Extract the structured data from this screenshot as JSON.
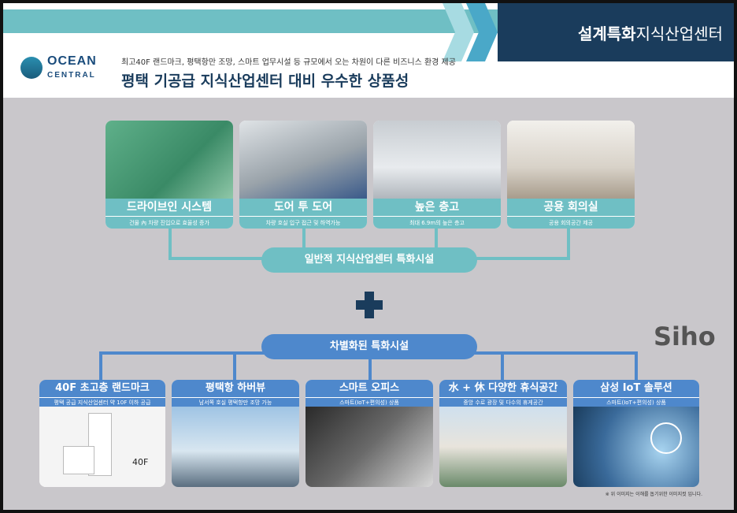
{
  "header": {
    "badge_bold": "설계특화",
    "badge_rest": " 지식산업센터",
    "logo_line1": "OCEAN",
    "logo_line2": "CENTRAL",
    "subcaption": "최고40F 랜드마크, 평택항만 조망, 스마트 업무시설 등 규모에서 오는 차원이 다른 비즈니스 환경 제공",
    "title": "평택 기공급 지식산업센터 대비 우수한 상품성"
  },
  "top_cards": [
    {
      "label": "드라이브인 시스템",
      "sub": "건물 內 차량 진입으로 효율성 증가"
    },
    {
      "label": "도어 투 도어",
      "sub": "차량 호실 입구 접근 및 하역가능"
    },
    {
      "label": "높은 층고",
      "sub": "최대 6.9m의 높은 층고"
    },
    {
      "label": "공용 회의실",
      "sub": "공용 회의공간 제공"
    }
  ],
  "top_pill": "일반적 지식산업센터 특화시설",
  "mid_pill": "차별화된 특화시설",
  "bottom_cards": [
    {
      "label": "40F 초고층 랜드마크",
      "sub": "평택 공급 지식산업센터 약 10F 이하 공급",
      "img_text": "40F"
    },
    {
      "label": "평택항 하버뷰",
      "sub": "남서쪽 호실 평택항만 조망 가능"
    },
    {
      "label": "스마트 오피스",
      "sub": "스마트(IoT+편의성) 상품"
    },
    {
      "label": "水 + 休 다양한 휴식공간",
      "sub": "중앙 수로 광장 및 다수의 휴게공간"
    },
    {
      "label": "삼성 IoT 솔루션",
      "sub": "스마트(IoT+편의성) 상품"
    }
  ],
  "watermark": "Siho",
  "footnote": "※ 위 이미지는 이해를 돕기위한 이미지컷 입니다."
}
